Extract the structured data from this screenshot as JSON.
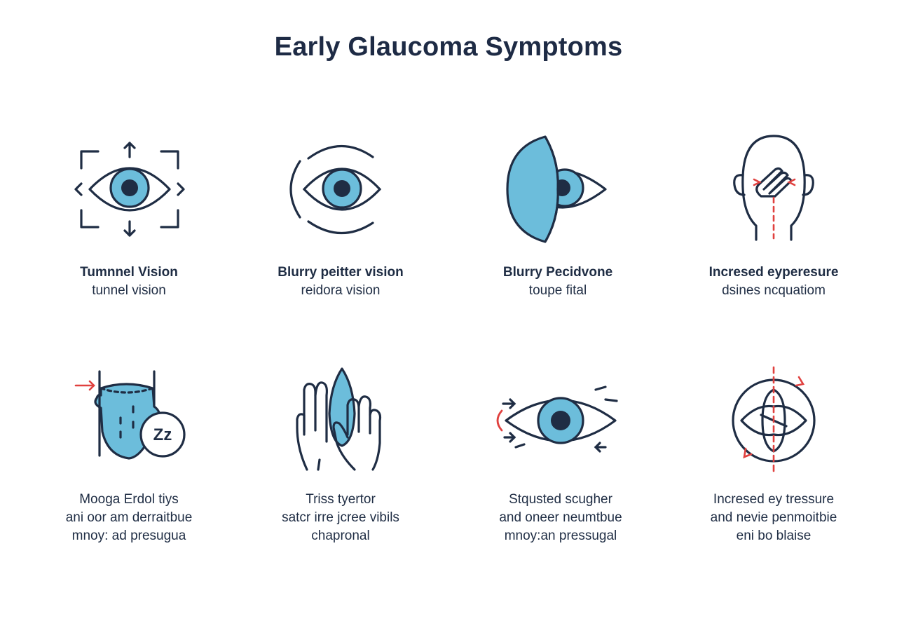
{
  "title": "Early Glaucoma Symptoms",
  "colors": {
    "stroke": "#1f2d44",
    "fill_blue": "#6cbddb",
    "accent_red": "#e0413f"
  },
  "items": [
    {
      "icon": "tunnel-vision-eye-icon",
      "lines": [
        "Tumnnel Vision",
        "tunnel vision"
      ]
    },
    {
      "icon": "blurry-peripheral-eye-icon",
      "lines": [
        "Blurry peitter  vision",
        "reidora vision"
      ]
    },
    {
      "icon": "half-shaded-eye-icon",
      "lines": [
        "Blurry Pecidvone",
        "toupe fital"
      ]
    },
    {
      "icon": "head-pressure-icon",
      "lines": [
        "Incresed eyperesure",
        "dsines ncquatiom"
      ]
    },
    {
      "icon": "sleepy-eye-pressure-icon",
      "lines": [
        "Mooga Erdol tiys",
        "ani oor am derraitbue",
        "mnoy: ad presugua"
      ]
    },
    {
      "icon": "hands-over-eye-icon",
      "lines": [
        "Triss tyertor",
        "satcr irre jcree vibils",
        "chapronal"
      ]
    },
    {
      "icon": "squinting-eye-icon",
      "lines": [
        "Stqusted scugher",
        "and oneer neumtbue",
        "mnoy:an pressugal"
      ]
    },
    {
      "icon": "eye-rotation-icon",
      "lines": [
        "Incresed ey tressure",
        "and nevie penmoitbie",
        "eni bo blaise"
      ]
    }
  ]
}
